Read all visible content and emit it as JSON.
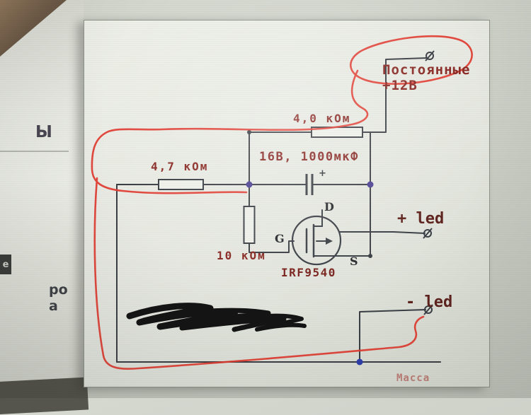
{
  "left_page": {
    "fragment_heading": "Ы",
    "fragment_box_letter": "е",
    "fragment_line1": "ро",
    "fragment_line2": "а"
  },
  "schematic": {
    "power": {
      "line1": "Постоянные",
      "line2": "+12В"
    },
    "resistors": {
      "top": "4,0 кОм",
      "input": "4,7 кОм",
      "gate": "10 кОм"
    },
    "capacitor": {
      "label": "16В, 1000мкФ",
      "polarity": "+"
    },
    "mosfet": {
      "part": "IRF9540",
      "gate": "G",
      "drain": "D",
      "source": "S"
    },
    "outputs": {
      "led_plus": "+ led",
      "led_minus": "- led",
      "ground": "Масса"
    },
    "colors": {
      "label_red": "#8a2a25",
      "wire": "#3a3f45",
      "node_purple": "#4b3f92",
      "node_blue": "#2f3fae",
      "annotation_red": "#e23b30",
      "ground_label_pink": "#c08078"
    }
  }
}
